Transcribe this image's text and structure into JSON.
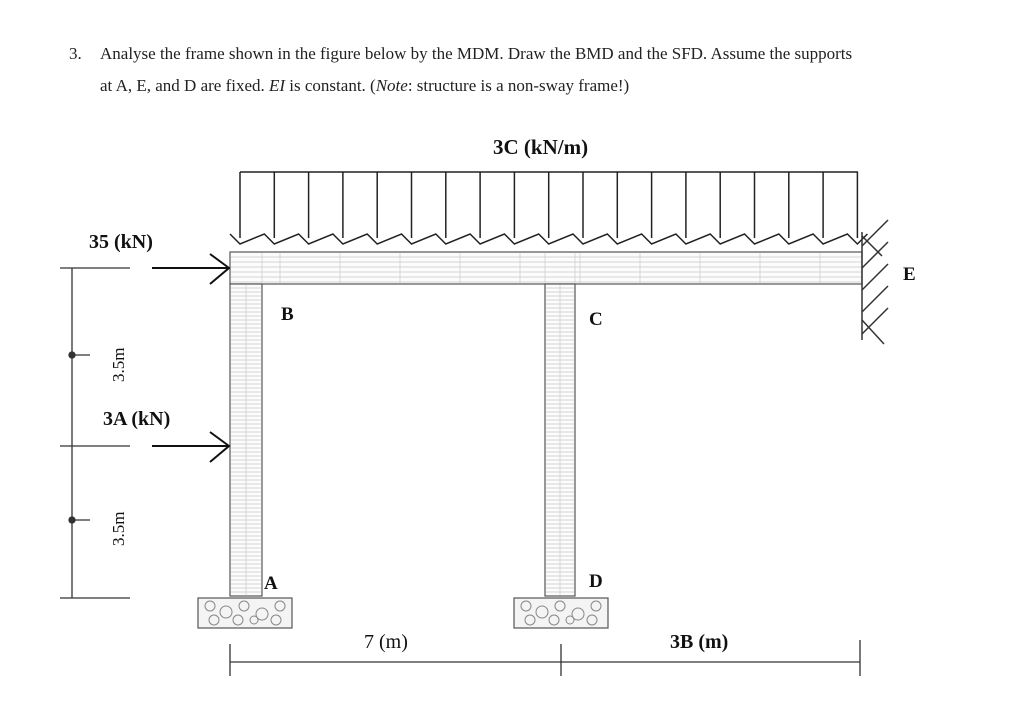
{
  "question": {
    "number": "3.",
    "line1": "Analyse the frame shown in the figure below by the MDM. Draw the BMD and the SFD. Assume the supports",
    "line2_a": "at A, E, and D are fixed. ",
    "line2_ei": "EI",
    "line2_b": " is constant. (",
    "line2_note": "Note",
    "line2_c": ": structure is a non-sway frame!)"
  },
  "loads": {
    "distributed": "3C (kN/m)",
    "top_point": "35 (kN)",
    "mid_point": "3A (kN)"
  },
  "nodes": {
    "a": "A",
    "b": "B",
    "c": "C",
    "d": "D",
    "e": "E"
  },
  "dimensions": {
    "upper_height": "3.5m",
    "lower_height": "3.5m",
    "span_ab_c": "7 (m)",
    "span_c_e": "3B (m)"
  }
}
